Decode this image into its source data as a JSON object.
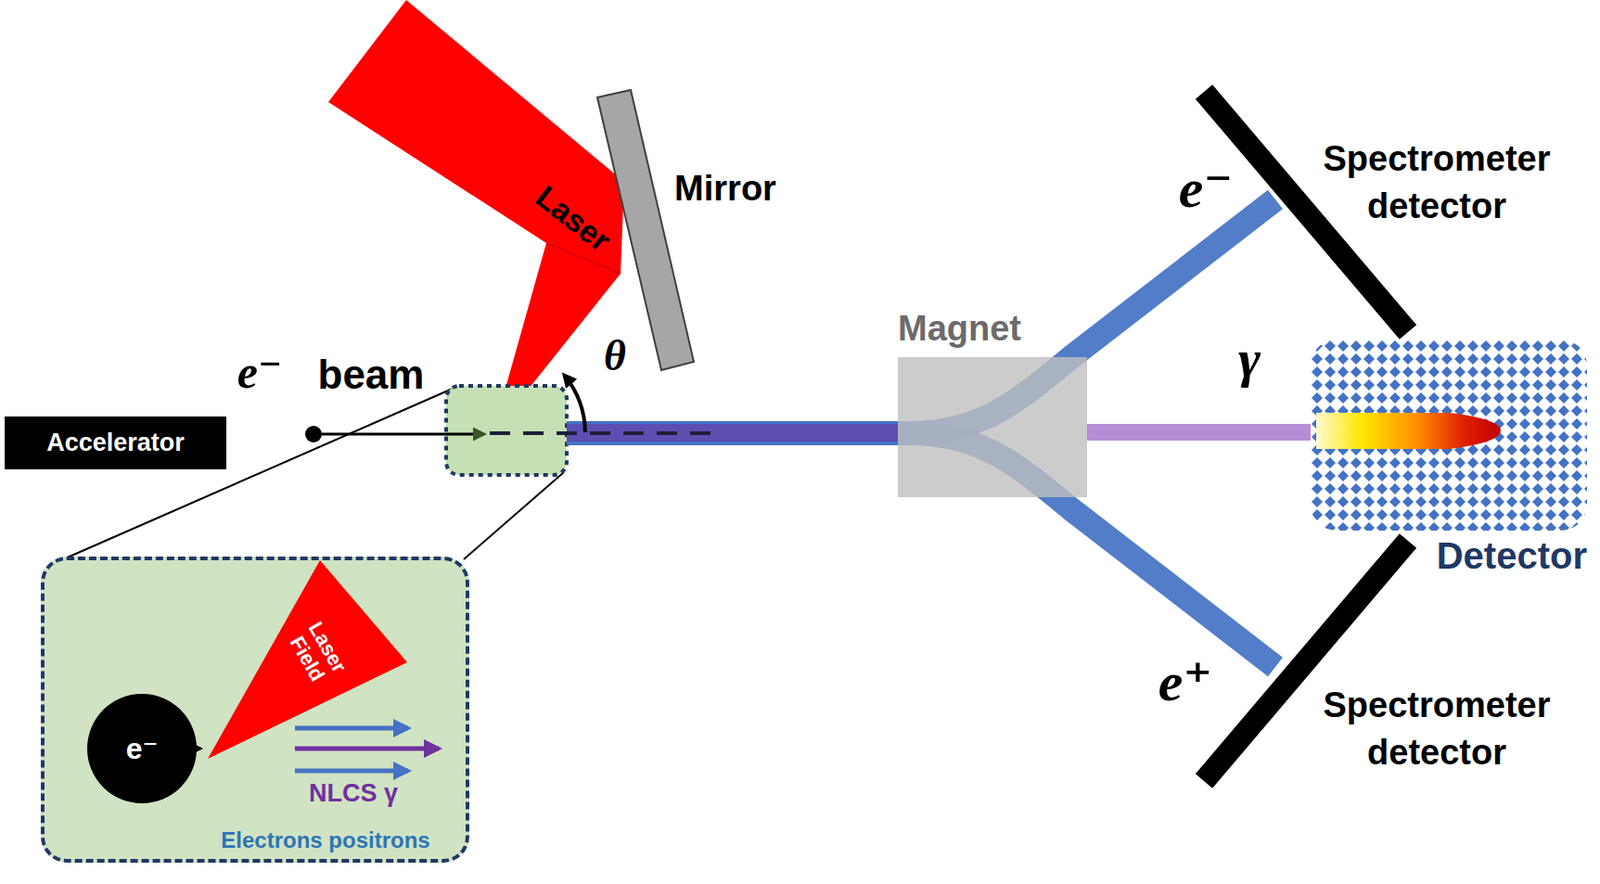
{
  "diagram": {
    "nodes": [
      {
        "text": [
          "Accelerator"
        ]
      },
      {
        "text": [
          "Magnet"
        ]
      },
      {
        "text": [
          "Detector"
        ]
      },
      {
        "text": [
          "NLCS γ",
          "Electrons positrons"
        ]
      },
      {
        "text": [
          "e⁻"
        ],
        "in": 3
      },
      {
        "text": [
          "Laser Field"
        ],
        "in": 3
      }
    ],
    "edges": [
      {
        "from": 1,
        "to": 2,
        "arrow": "none"
      }
    ],
    "labels": [
      "e⁻",
      "beam",
      "Laser",
      "Mirror",
      "θ",
      "e⁻",
      "γ",
      "e⁺",
      "Spectrometer detector",
      "Spectrometer detector"
    ]
  }
}
